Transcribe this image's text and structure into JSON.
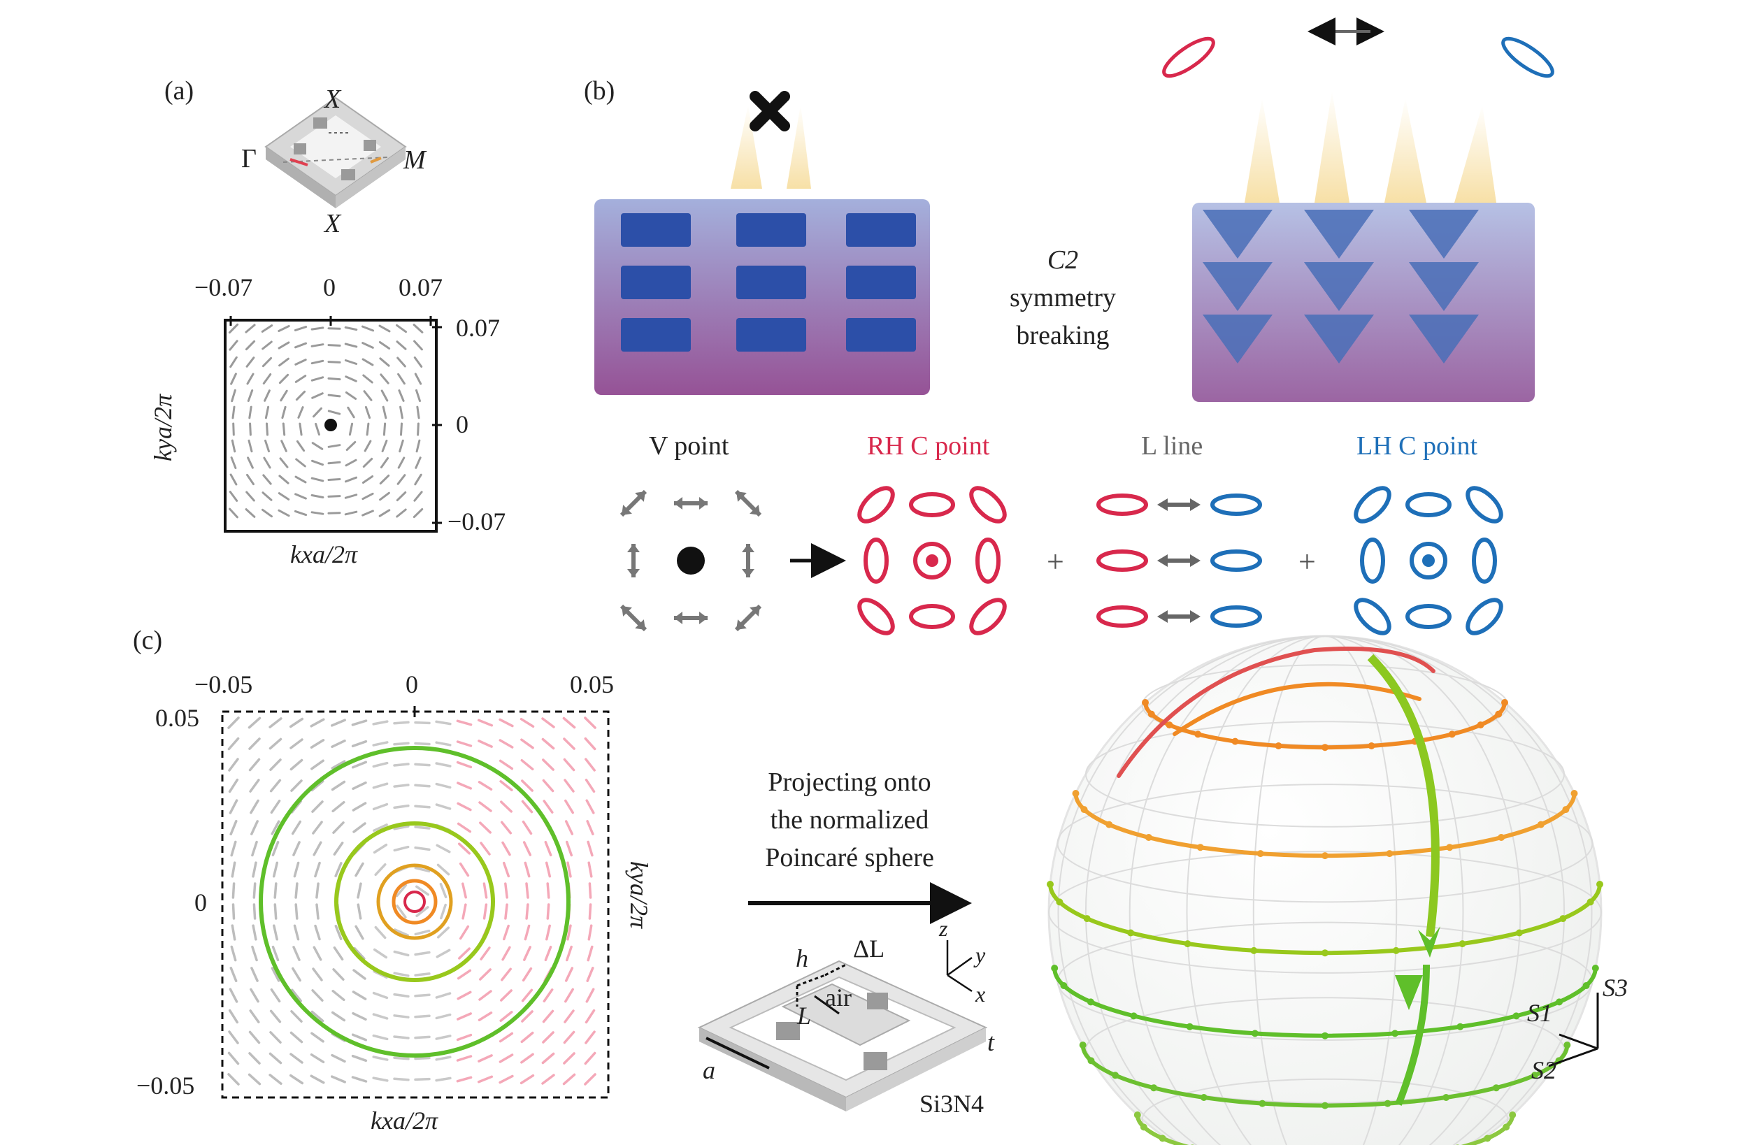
{
  "panels": {
    "a": {
      "label": "(a)",
      "bz_labels": {
        "top": "X",
        "bottom": "X",
        "left": "Γ",
        "right": "M"
      },
      "top_ticks": [
        "−0.07",
        "0",
        "0.07"
      ],
      "right_ticks": [
        "0.07",
        "0",
        "−0.07"
      ],
      "xlabel": "kxa/2π",
      "ylabel": "kya/2π"
    },
    "b": {
      "label": "(b)",
      "symmetry_title": "C2",
      "symmetry_line1": "symmetry",
      "symmetry_line2": "breaking",
      "headers": {
        "v_point": "V point",
        "rh_c_point": "RH C point",
        "l_line": "L line",
        "lh_c_point": "LH C point"
      },
      "plus": "+"
    },
    "c": {
      "label": "(c)",
      "top_ticks": [
        "−0.05",
        "0",
        "0.05"
      ],
      "left_ticks": [
        "0.05",
        "0",
        "−0.05"
      ],
      "xlabel": "kxa/2π",
      "ylabel": "kya/2π",
      "projection_text": [
        "Projecting onto",
        "the normalized",
        "Poincaré sphere"
      ],
      "unit_cell_labels": {
        "h": "h",
        "dL": "ΔL",
        "air": "air",
        "L": "L",
        "t": "t",
        "a": "a",
        "material": "Si3N4"
      },
      "axes_labels": {
        "z": "z",
        "y": "y",
        "x": "x"
      },
      "stokes_labels": {
        "s1": "S1",
        "s2": "S2",
        "s3": "S3"
      }
    }
  },
  "colors": {
    "red": "#d8284c",
    "blue": "#1e6fb8",
    "gray": "#777777",
    "green": "#5fbf2a",
    "orange": "#f08a24",
    "slab": "#7a4a9a",
    "hole": "#2c4fa8"
  }
}
